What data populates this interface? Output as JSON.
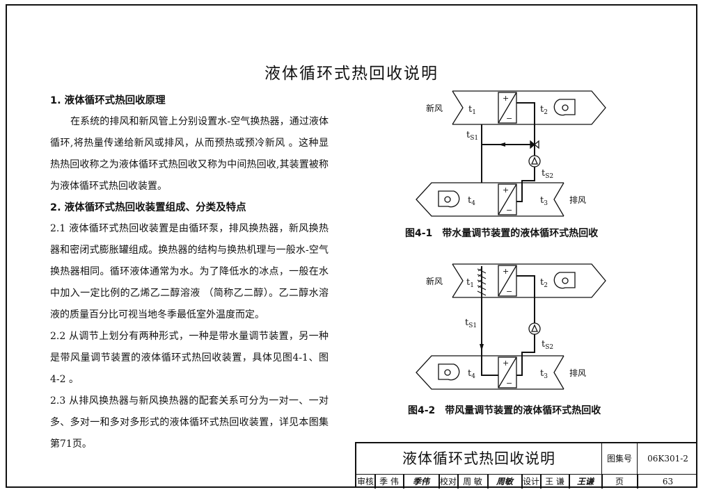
{
  "page_title": "液体循环式热回收说明",
  "sections": [
    {
      "heading": "1. 液体循环式热回收原理",
      "paragraphs": [
        "在系统的排风和新风管上分别设置水-空气换热器，通过液体循环,将热量传递给新风或排风，从而预热或预冷新风 。这种显热热回收称之为液体循环式热回收又称为中间热回收,其装置被称为液体循环式热回收装置。"
      ]
    },
    {
      "heading": "2. 液体循环式热回收装置组成、分类及特点",
      "paragraphs": [
        "2.1 液体循环式热回收装置是由循环泵，排风换热器，新风换热器和密闭式膨胀罐组成。换热器的结构与换热机理与一般水-空气换热器相同。循环液体通常为水。为了降低水的冰点，一般在水中加入一定比例的乙烯乙二醇溶液 （简称乙二醇）。乙二醇水溶液的质量百分比可视当地冬季最低室外温度而定。",
        "2.2 从调节上划分有两种形式，一种是带水量调节装置，另一种是带风量调节装置的液体循环式热回收装置，具体见图4-1、图4-2 。",
        "2.3 从排风换热器与新风换热器的配套关系可分为一对一、一对多、多对一和多对多形式的液体循环式热回收装置，详见本图集第71页。"
      ]
    }
  ],
  "figures": {
    "labels": {
      "fresh_air": "新风",
      "exhaust_air": "排风",
      "t1": "t",
      "t1_sub": "1",
      "t2": "t",
      "t2_sub": "2",
      "t3": "t",
      "t3_sub": "3",
      "t4": "t",
      "t4_sub": "4",
      "ts1": "t",
      "ts1_sub": "S1",
      "ts2": "t",
      "ts2_sub": "S2",
      "plus": "+",
      "minus": "−"
    },
    "caption_1": "图4-1　带水量调节装置的液体循环式热回收",
    "caption_2": "图4-2　带风量调节装置的液体循环式热回收"
  },
  "title_block": {
    "title": "液体循环式热回收说明",
    "atlas_label": "图集号",
    "atlas_no": "06K301-2",
    "review_label": "审核",
    "reviewer": "季 伟",
    "reviewer_sig": "季伟",
    "check_label": "校对",
    "checker": "周 敏",
    "checker_sig": "周敏",
    "design_label": "设计",
    "designer": "王 谦",
    "designer_sig": "王谦",
    "page_label": "页",
    "page_no": "63"
  }
}
